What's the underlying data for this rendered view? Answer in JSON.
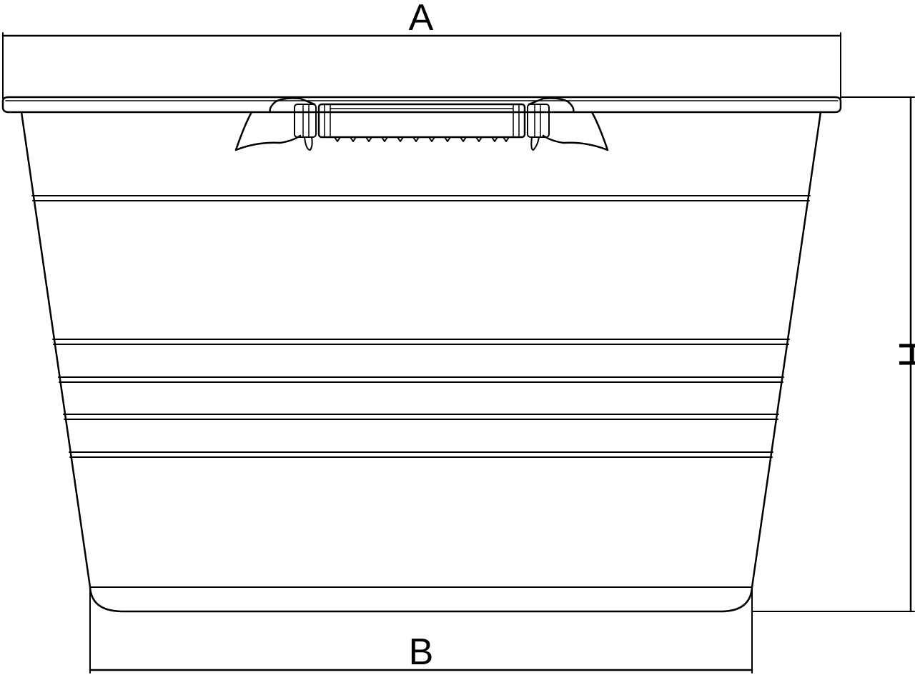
{
  "dimensions": {
    "top_width_label": "A",
    "bottom_width_label": "B",
    "height_label": "H"
  },
  "colors": {
    "line": "#000000",
    "background": "#ffffff"
  }
}
